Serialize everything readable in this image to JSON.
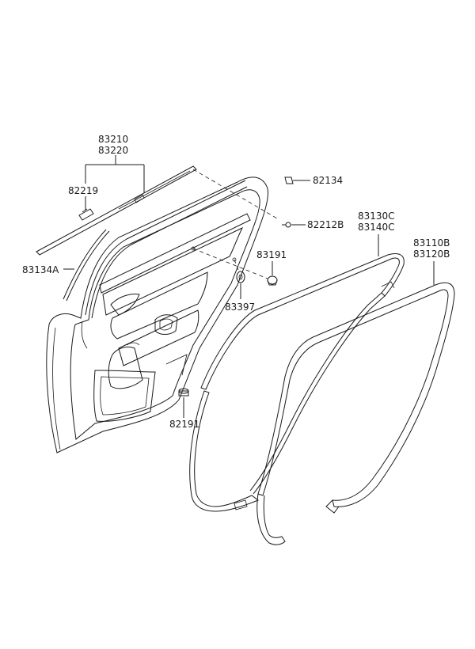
{
  "labels": {
    "l83210": "83210",
    "l83220": "83220",
    "l82219": "82219",
    "l82134": "82134",
    "l82212B": "82212B",
    "l83130C": "83130C",
    "l83140C": "83140C",
    "l83110B": "83110B",
    "l83120B": "83120B",
    "l83191": "83191",
    "l83134A": "83134A",
    "l83397": "83397",
    "l82191": "82191"
  }
}
